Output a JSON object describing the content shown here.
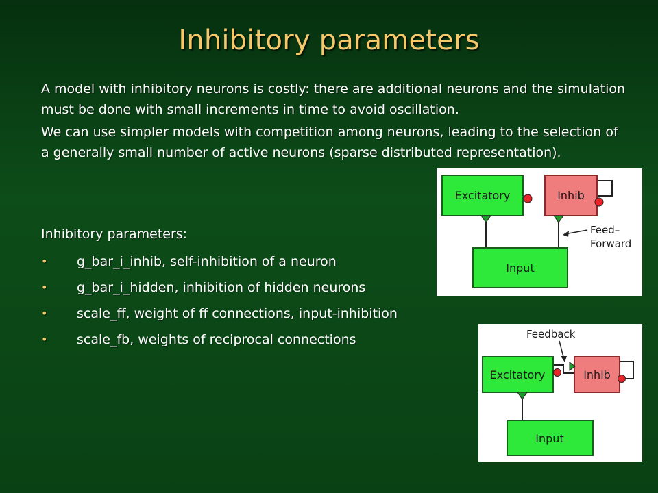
{
  "slide": {
    "title": "Inhibitory parameters",
    "paragraph_1": "A model with inhibitory neurons is costly: there are additional neurons and the simulation must be done with small increments in time to avoid oscillation.",
    "paragraph_2": "We can use simpler models with competition among neurons, leading to the selection of a generally small number of active neurons (sparse distributed representation).",
    "params_heading": "Inhibitory parameters:",
    "bullet_glyph": "•",
    "bullets": [
      "g_bar_i_inhib, self-inhibition of a neuron",
      "g_bar_i_hidden, inhibition of hidden neurons",
      "scale_ff, weight of ff connections, input-inhibition",
      "scale_fb, weights of reciprocal connections"
    ]
  },
  "colors": {
    "title": "#f6c86a",
    "excitatory_fill": "#2ee83a",
    "inhib_fill": "#f07d7d",
    "input_fill": "#2ee83a",
    "inhibitory_synapse": "#e8262a",
    "excitatory_synapse": "#1f9d2a"
  },
  "diagram_feedforward": {
    "excitatory_label": "Excitatory",
    "inhib_label": "Inhib",
    "input_label": "Input",
    "annotation_line1": "Feed–",
    "annotation_line2": "Forward"
  },
  "diagram_feedback": {
    "excitatory_label": "Excitatory",
    "inhib_label": "Inhib",
    "input_label": "Input",
    "annotation": "Feedback"
  }
}
